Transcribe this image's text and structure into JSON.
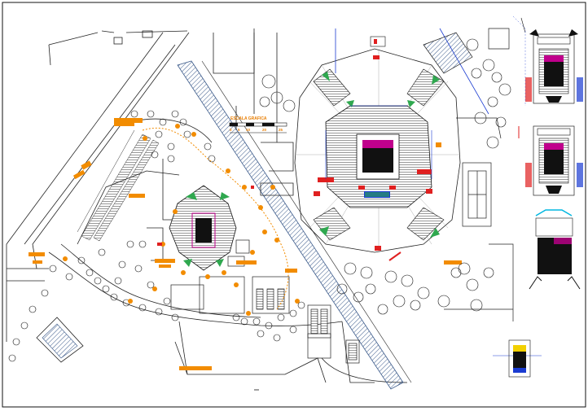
{
  "drawing": {
    "scale_bar": {
      "title": "ESCALA GRAFICA",
      "ticks": [
        "0",
        "5",
        "10",
        "20",
        "25"
      ]
    }
  },
  "colors": {
    "line": "#111111",
    "accent": "#f28c00",
    "red": "#e02020",
    "green": "#2fa84f",
    "blue": "#1a3bd1",
    "magenta": "#c0008c",
    "cyan": "#00b7e0",
    "highway_hatch": "#3b5a8a"
  }
}
